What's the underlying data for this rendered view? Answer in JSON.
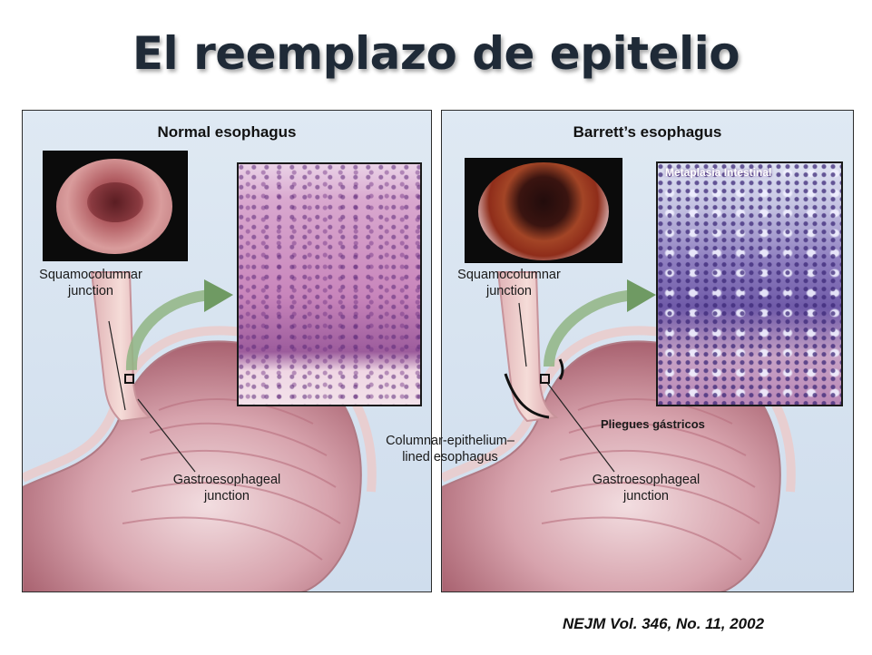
{
  "slide": {
    "title": "El reemplazo de epitelio",
    "citation": "NEJM Vol. 346, No. 11, 2002"
  },
  "left_panel": {
    "title": "Normal esophagus",
    "labels": {
      "squamocolumnar": "Squamocolumnar junction",
      "gastroesophageal": "Gastroesophageal junction"
    }
  },
  "right_panel": {
    "title": "Barrett’s esophagus",
    "histology_label": "Metaplasia Intestinal",
    "labels": {
      "squamocolumnar": "Squamocolumnar junction",
      "columnar_lined": "Columnar-epithelium– lined esophagus",
      "gastroesophageal": "Gastroesophageal junction",
      "pliegues": "Pliegues gástricos"
    }
  },
  "colors": {
    "panel_bg": "#d8e4f0",
    "stomach": "#c98a96",
    "arrow": "#7fa36f",
    "normal_histology": "#c98ab8",
    "metaplasia_histology": "#6d5ba5"
  }
}
